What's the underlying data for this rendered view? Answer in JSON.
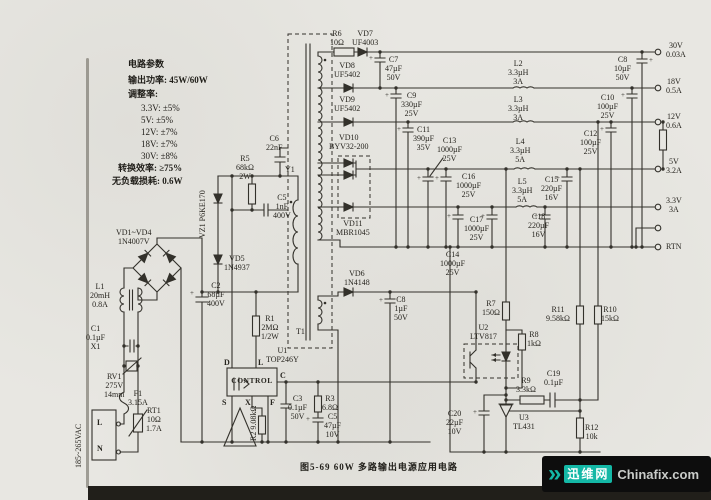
{
  "doc": {
    "caption": "图5-69  60W 多路输出电源应用电路",
    "brand_chevron": "»",
    "brand_cn": "迅维网",
    "brand_domain": "Chinafix.com"
  },
  "params": {
    "title": "电路参数",
    "power": "输出功率: 45W/60W",
    "regulation": "调整率:",
    "v33": "3.3V: ±5%",
    "v5": "5V: ±5%",
    "v12": "12V: ±7%",
    "v18": "18V: ±7%",
    "v30": "30V: ±8%",
    "eff": "转换效率: ≥75%",
    "noload": "无负载损耗: 0.6W"
  },
  "io": {
    "ac": "185~265VAC",
    "l": "L",
    "n": "N",
    "out30": "30V\n0.03A",
    "out18": "18V\n0.5A",
    "out12": "12V\n0.6A",
    "out5": "5V\n3.2A",
    "out33": "3.3V\n3A",
    "rtn": "RTN"
  },
  "u1": {
    "name": "U1\nTOP246Y",
    "control": "CONTROL",
    "pins": {
      "d": "D",
      "l": "L",
      "c": "C",
      "s": "S",
      "x": "X",
      "f": "F"
    }
  },
  "labels": {
    "f1": "F1\n3.15A",
    "rt1": "RT1\n10Ω\n1.7A",
    "rv1": "RV1\n275V\n14mm",
    "c1": "C1\n0.1µF\nX1",
    "l1": "L1\n20mH\n0.8A",
    "vd1_4": "VD1~VD4\n1N4007V",
    "c2": "C2\n68µF\n400V",
    "vz1": "VZ1 P6KE170",
    "vd5": "VD5\n1N4937",
    "r5": "R5\n68kΩ\n2W",
    "c6": "C6\n22nF",
    "y1": "Y1",
    "c5a": "C5\n1nF\n400V",
    "t1": "T1",
    "r1": "R1\n2MΩ\n1/2W",
    "r2": "R2 9.08kΩ",
    "c3": "C3\n0.1µF\n50V",
    "r3": "R3\n6.8Ω",
    "c5b": "C5\n47µF\n10V",
    "r6": "R6\n10Ω",
    "vd7": "VD7\nUF4003",
    "vd8": "VD8\nUF5402",
    "vd9": "VD9\nUF5402",
    "vd10": "VD10\nBYV32-200",
    "vd11": "VD11\nMBR1045",
    "vd6": "VD6\n1N4148",
    "c7": "C7\n47µF\n50V",
    "c9": "C9\n330µF\n25V",
    "c11": "C11\n390µF\n35V",
    "c13": "C13\n1000µF\n25V",
    "c16": "C16\n1000µF\n25V",
    "c14": "C14\n1000µF\n25V",
    "c17": "C17\n1000µF\n25V",
    "c15": "C15\n220µF\n16V",
    "c18": "C18\n220µF\n16V",
    "l2": "L2\n3.3µH\n3A",
    "l3": "L3\n3.3µH\n3A",
    "l4": "L4\n3.3µH\n5A",
    "l5": "L5\n3.3µH\n5A",
    "c8a": "C8\n1µF\n50V",
    "c8b": "C8\n10µF\n50V",
    "c10": "C10\n100µF\n25V",
    "c12": "C12\n100µF\n25V",
    "r7": "R7\n150Ω",
    "u2": "U2\nLTV817",
    "r8": "R8\n1kΩ",
    "r9": "R9\n3.3kΩ",
    "c19": "C19\n0.1µF",
    "c20": "C20\n22µF\n10V",
    "u3": "U3\nTL431",
    "r12": "R12\n10k",
    "r11": "R11\n9.58kΩ",
    "r10": "R10\n15kΩ"
  }
}
